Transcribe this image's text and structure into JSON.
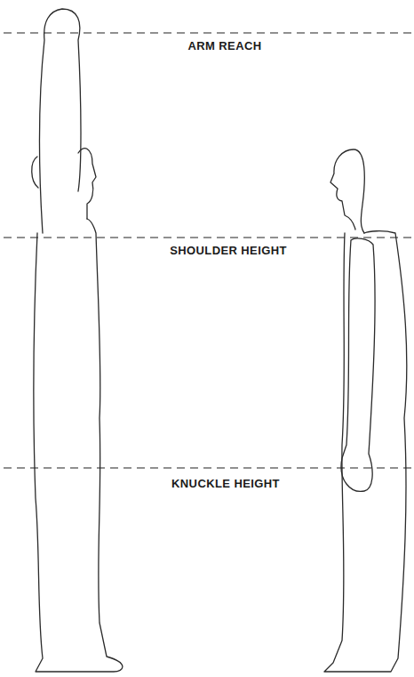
{
  "diagram": {
    "labels": [
      "ARM REACH",
      "SHOULDER HEIGHT",
      "KNUCKLE HEIGHT"
    ]
  }
}
